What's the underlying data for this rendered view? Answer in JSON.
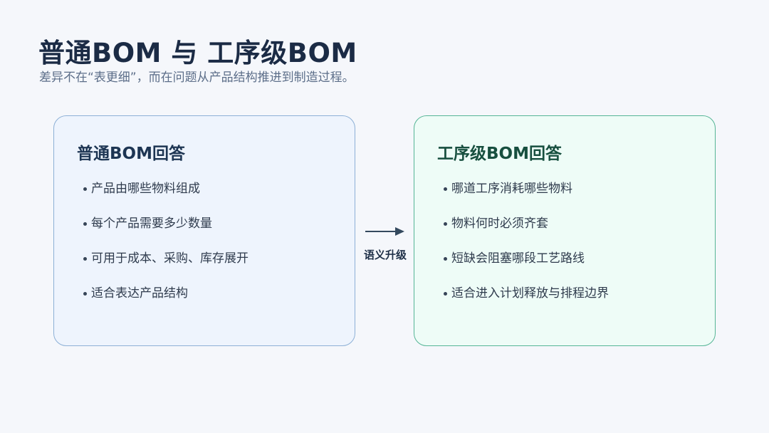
{
  "header": {
    "title": "普通BOM 与 工序级BOM",
    "subtitle": "差异不在“表更细”，而在问题从产品结构推进到制造过程。"
  },
  "left_card": {
    "title": "普通BOM回答",
    "items": [
      "产品由哪些物料组成",
      "每个产品需要多少数量",
      "可用于成本、采购、库存展开",
      "适合表达产品结构"
    ]
  },
  "transition": {
    "label": "语义升级",
    "icon": "arrow-right-icon"
  },
  "right_card": {
    "title": "工序级BOM回答",
    "items": [
      "哪道工序消耗哪些物料",
      "物料何时必须齐套",
      "短缺会阻塞哪段工艺路线",
      "适合进入计划释放与排程边界"
    ]
  },
  "colors": {
    "background": "#f5f7fb",
    "title": "#1b2b45",
    "subtitle": "#5c6e89",
    "left_card_fill": "#eef4fd",
    "left_card_border": "#8db0d6",
    "right_card_fill": "#eefcf7",
    "right_card_border": "#56b596",
    "right_card_title": "#174f3f",
    "arrow": "#34495e"
  }
}
